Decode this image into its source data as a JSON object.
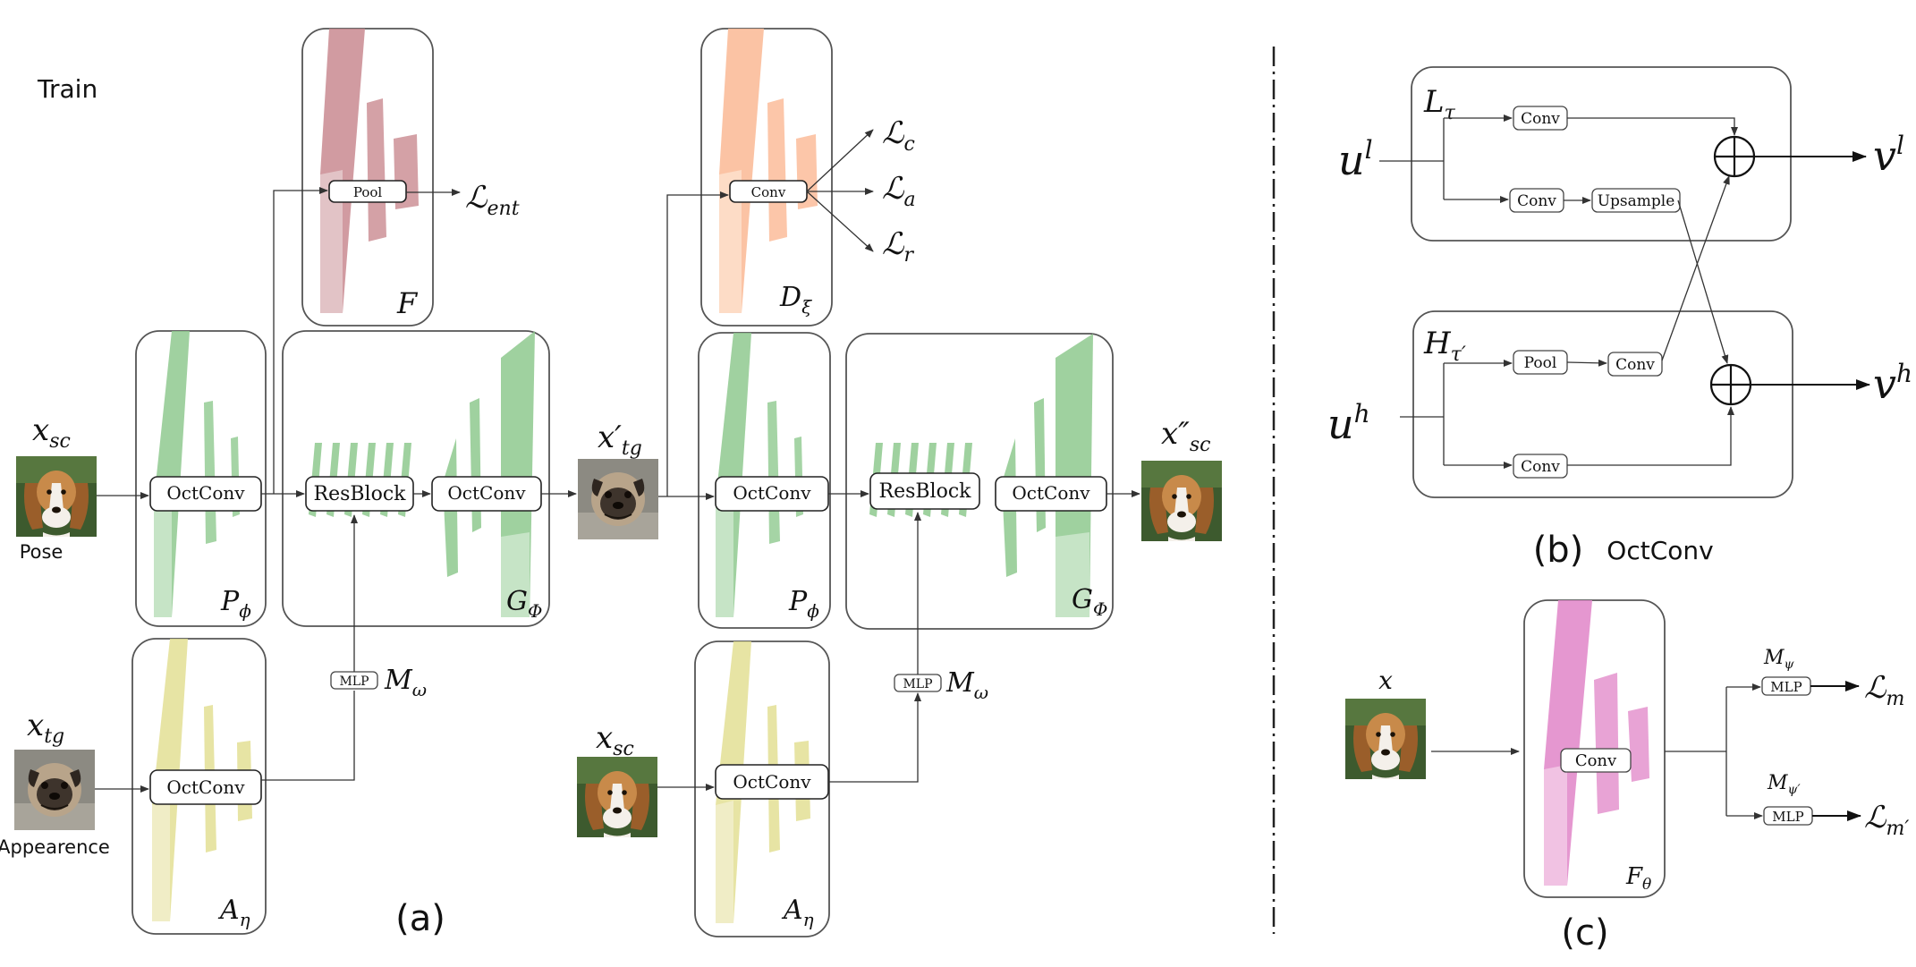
{
  "panel_a": {
    "mode_label": "Train",
    "caption": "(a)",
    "pose_label": "Pose",
    "appearance_label": "Appearence",
    "in_pose": "x",
    "in_pose_sub": "sc",
    "in_app": "x",
    "in_app_sub": "tg",
    "mid_out": "x′",
    "mid_out_sub": "tg",
    "final_out": "x″",
    "final_out_sub": "sc",
    "second_app": "x",
    "second_app_sub": "sc",
    "ops": {
      "octconv": "OctConv",
      "resblock": "ResBlock",
      "pool": "Pool",
      "conv": "Conv",
      "mlp": "MLP"
    },
    "modules": {
      "pose_enc": "P",
      "pose_enc_sub": "ϕ",
      "app_enc": "A",
      "app_enc_sub": "η",
      "gen": "G",
      "gen_sub": "Φ",
      "mapper": "M",
      "mapper_sub": "ω",
      "flow": "F",
      "disc": "D",
      "disc_sub": "ξ"
    },
    "losses": {
      "ent": "ent",
      "c": "c",
      "a": "a",
      "r": "r"
    }
  },
  "panel_b": {
    "caption": "(b)",
    "title": "OctConv",
    "u_low": "u",
    "u_low_sup": "l",
    "u_high": "u",
    "u_high_sup": "h",
    "v_low": "v",
    "v_low_sup": "l",
    "v_high": "v",
    "v_high_sup": "h",
    "low_branch": "L",
    "low_branch_sub": "τ",
    "high_branch": "H",
    "high_branch_sub": "τ′",
    "ops": {
      "conv": "Conv",
      "upsample": "Upsample",
      "pool": "Pool"
    }
  },
  "panel_c": {
    "caption": "(c)",
    "input": "x",
    "encoder": "F",
    "encoder_sub": "θ",
    "conv": "Conv",
    "mlp": "MLP",
    "head1": "M",
    "head1_sub": "ψ",
    "head2": "M",
    "head2_sub": "ψ′",
    "loss1": "m",
    "loss2": "m′"
  },
  "colors": {
    "green_dark": "#8fc98f",
    "green_light": "#c6e4c6",
    "yellow_dark": "#e3df94",
    "yellow_light": "#f0edc6",
    "red_dark": "#c98a90",
    "red_light": "#e2c3c6",
    "orange_dark": "#fbbc9a",
    "orange_light": "#fddcc6",
    "pink_dark": "#e28ccb",
    "pink_light": "#f1c2e3",
    "fur_tan": "#c88a4a",
    "fur_pug": "#6e5d4c"
  },
  "icons": [
    "beagle-photo",
    "pug-photo",
    "oplus-sum-icon",
    "arrow-icon"
  ]
}
